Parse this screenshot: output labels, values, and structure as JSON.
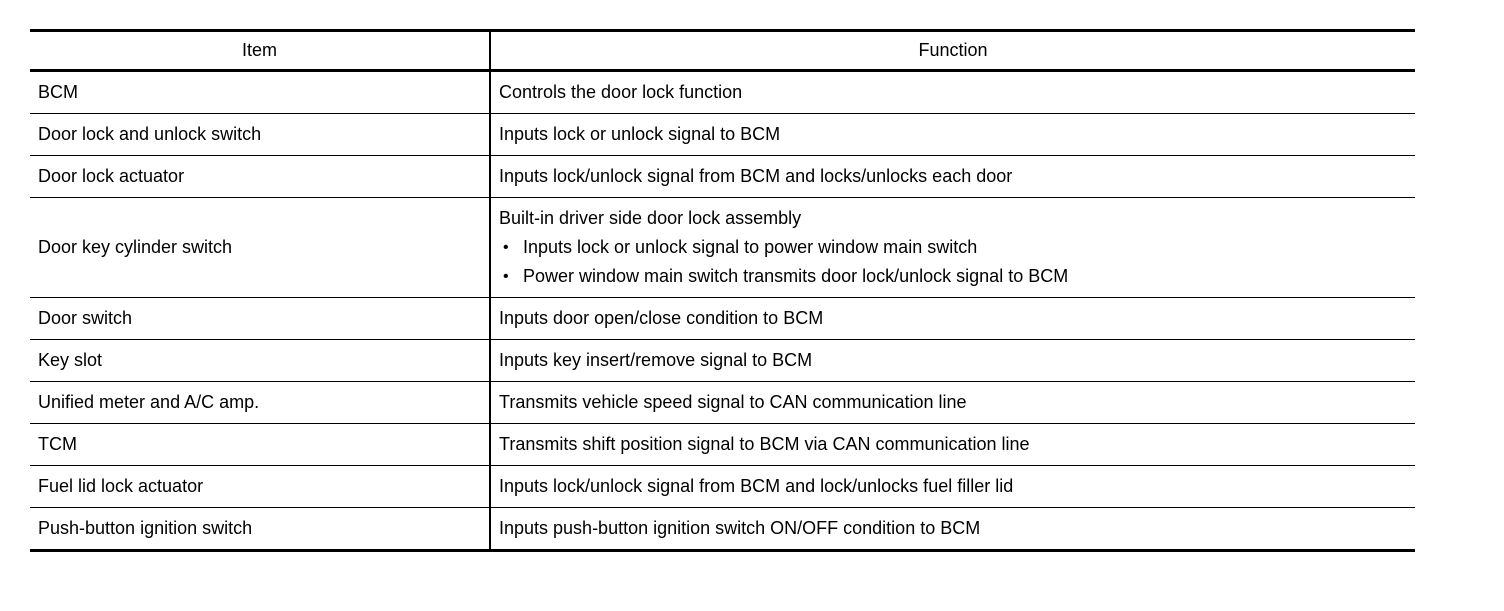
{
  "colors": {
    "border": "#000000",
    "text": "#000000",
    "background": "#ffffff"
  },
  "bullet_char": "•",
  "table": {
    "headers": {
      "item": "Item",
      "function": "Function"
    },
    "rows": [
      {
        "item": "BCM",
        "function": [
          {
            "bullet": false,
            "text": "Controls the door lock function"
          }
        ]
      },
      {
        "item": "Door lock and unlock switch",
        "function": [
          {
            "bullet": false,
            "text": "Inputs lock or unlock signal to BCM"
          }
        ]
      },
      {
        "item": "Door lock actuator",
        "function": [
          {
            "bullet": false,
            "text": "Inputs lock/unlock signal from BCM and locks/unlocks each door"
          }
        ]
      },
      {
        "item": "Door key cylinder switch",
        "function": [
          {
            "bullet": false,
            "text": "Built-in driver side door lock assembly"
          },
          {
            "bullet": true,
            "text": "Inputs lock or unlock signal to power window main switch"
          },
          {
            "bullet": true,
            "text": "Power window main switch transmits door lock/unlock signal to BCM"
          }
        ]
      },
      {
        "item": "Door switch",
        "function": [
          {
            "bullet": false,
            "text": "Inputs door open/close condition to BCM"
          }
        ]
      },
      {
        "item": "Key slot",
        "function": [
          {
            "bullet": false,
            "text": "Inputs key insert/remove signal to BCM"
          }
        ]
      },
      {
        "item": "Unified meter and A/C amp.",
        "function": [
          {
            "bullet": false,
            "text": "Transmits vehicle speed signal to CAN communication line"
          }
        ]
      },
      {
        "item": "TCM",
        "function": [
          {
            "bullet": false,
            "text": "Transmits shift position signal to BCM via CAN communication line"
          }
        ]
      },
      {
        "item": "Fuel lid lock actuator",
        "function": [
          {
            "bullet": false,
            "text": "Inputs lock/unlock signal from BCM and lock/unlocks fuel filler lid"
          }
        ]
      },
      {
        "item": "Push-button ignition switch",
        "function": [
          {
            "bullet": false,
            "text": "Inputs push-button ignition switch ON/OFF condition to BCM"
          }
        ]
      }
    ]
  }
}
